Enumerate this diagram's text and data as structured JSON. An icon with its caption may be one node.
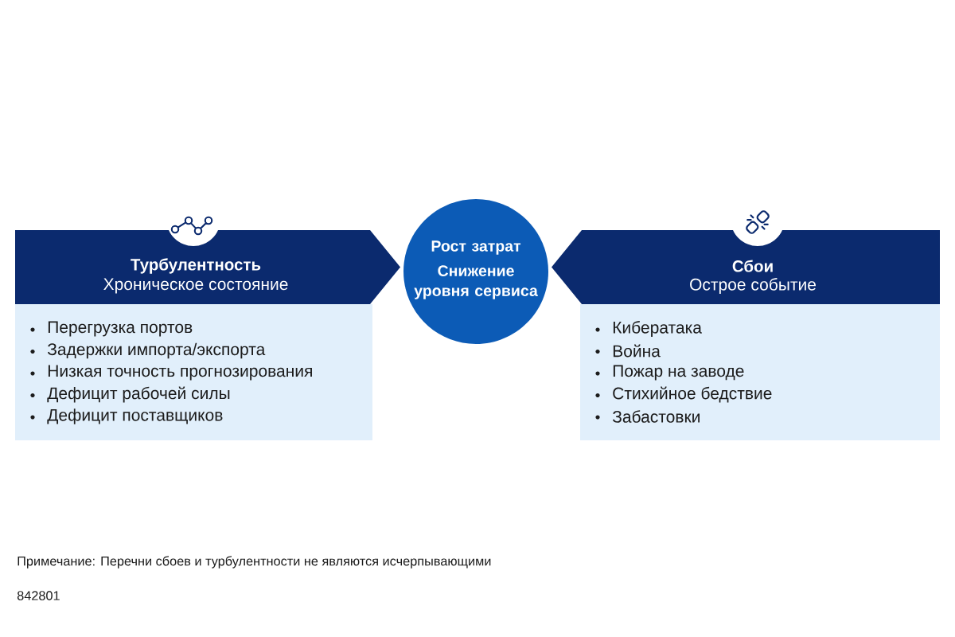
{
  "diagram": {
    "nodes": [
      {
        "text": [
          "Турбулентность",
          "Хроническое состояние"
        ]
      },
      {
        "text": [
          "Перегрузка портов",
          "Задержки импорта/экспорта",
          "Низкая точность прогнозирования",
          "Дефицит рабочей силы",
          "Дефицит поставщиков"
        ]
      },
      {
        "text": [
          "Рост затрат",
          "Снижение уровня сервиса"
        ]
      },
      {
        "text": [
          "Сбои",
          "Острое событие"
        ]
      },
      {
        "text": [
          "Кибератака",
          "Война",
          "Пожар на заводе",
          "Стихийное бедствие",
          "Забастовки"
        ]
      }
    ],
    "labels": [
      "Примечание: Перечни сбоев и турбулентности не являются исчерпывающими",
      "842801"
    ]
  }
}
